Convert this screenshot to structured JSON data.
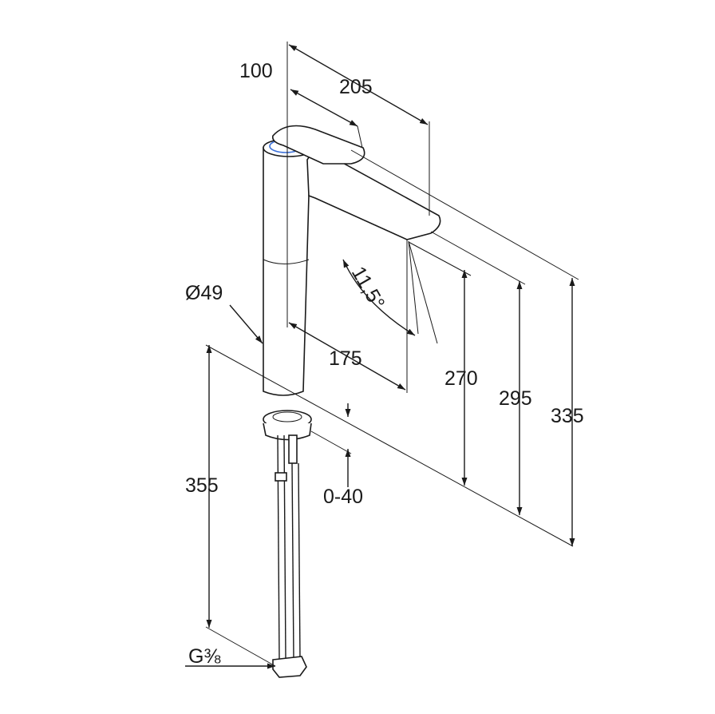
{
  "dimensions": {
    "d100": "100",
    "d205": "205",
    "d49": "Ø49",
    "d175": "175",
    "angle": "11,5°",
    "d270": "270",
    "d295": "295",
    "d335": "335",
    "d355": "355",
    "d040": "0-40",
    "thread": "G⅜"
  },
  "colors": {
    "line": "#1a1a1a",
    "accent": "#3a6fd8",
    "background": "#ffffff"
  }
}
